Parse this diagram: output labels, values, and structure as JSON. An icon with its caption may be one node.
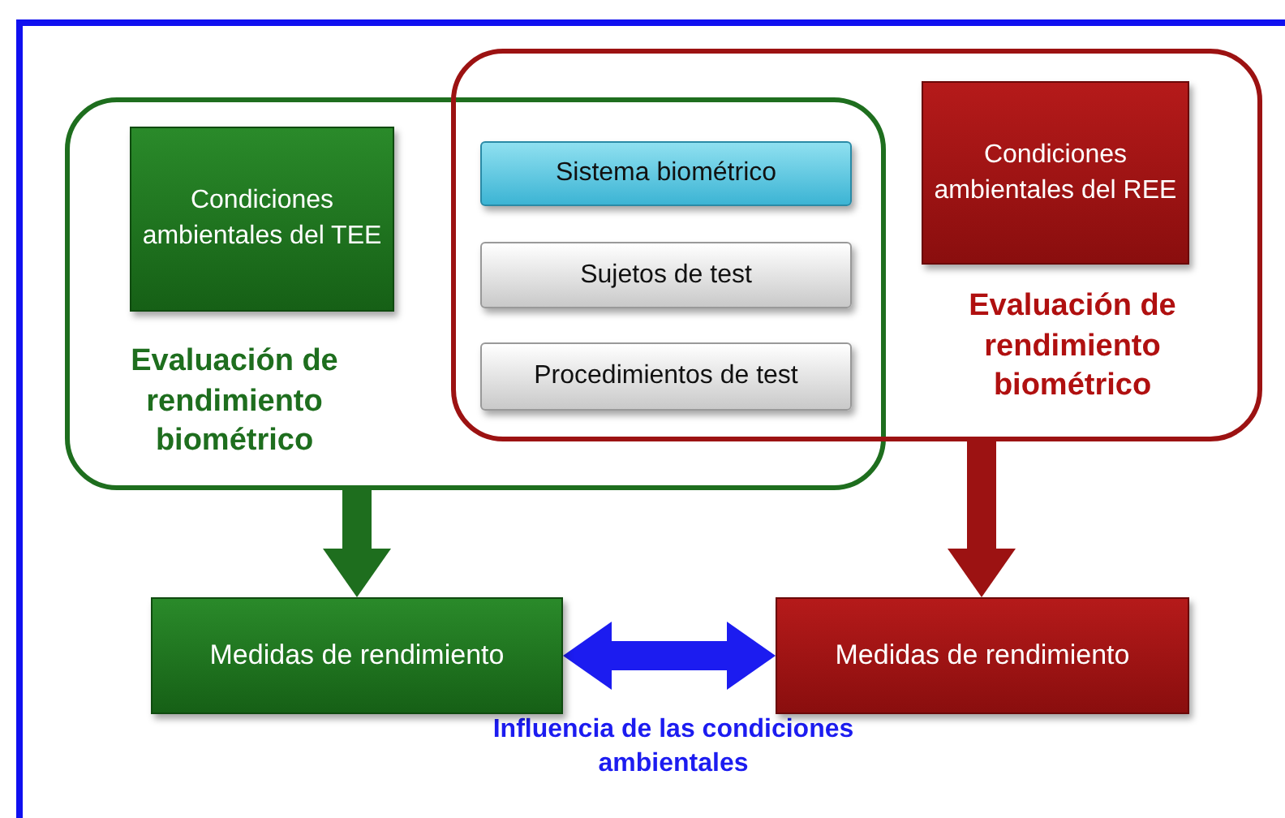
{
  "diagram": {
    "nodes": [
      {
        "text": [
          "Evaluación de rendimiento biométrico"
        ]
      },
      {
        "text": [
          "Condiciones ambientales del TEE"
        ],
        "in": 0
      },
      {
        "text": [
          "Evaluación de rendimiento biométrico"
        ]
      },
      {
        "text": [
          "Condiciones ambientales del REE"
        ],
        "in": 2
      },
      {
        "text": [
          "Sistema biométrico"
        ]
      },
      {
        "text": [
          "Sujetos de test"
        ]
      },
      {
        "text": [
          "Procedimientos de test"
        ]
      },
      {
        "text": [
          "Medidas de rendimiento"
        ]
      },
      {
        "text": [
          "Medidas de rendimiento"
        ]
      }
    ],
    "edges": [
      {
        "from": 0,
        "to": 7,
        "arrow": "to",
        "color": "#1e6e1e"
      },
      {
        "from": 2,
        "to": 8,
        "arrow": "to",
        "color": "#9c1212"
      },
      {
        "from": 7,
        "to": 8,
        "arrow": "both",
        "color": "#1c1cf0",
        "label": "Influencia de las condiciones ambientales"
      }
    ]
  }
}
